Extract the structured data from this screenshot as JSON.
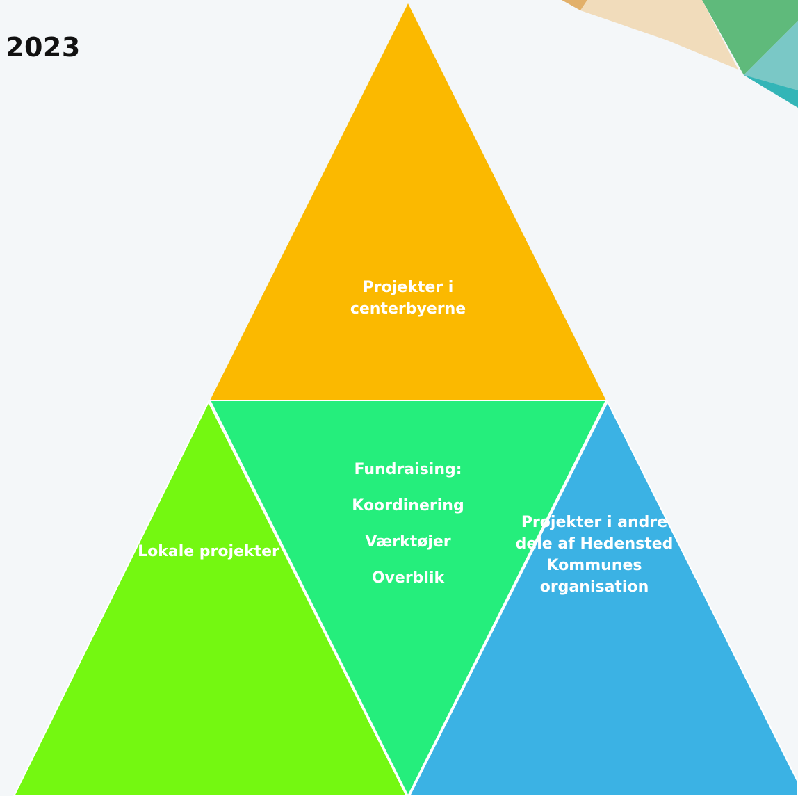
{
  "slide": {
    "year": "2023"
  },
  "triangles": {
    "top": {
      "label": "Projekter i centerbyerne",
      "color": "#fbb900"
    },
    "center": {
      "lines": [
        "Fundraising:",
        "Koordinering",
        "Værktøjer",
        "Overblik"
      ],
      "color": "#25ee7c"
    },
    "left": {
      "label": "Lokale projekter",
      "color": "#74f811"
    },
    "right": {
      "lines": [
        "Projekter i andre",
        "dele af Hedensted",
        "Kommunes",
        "organisation"
      ],
      "color": "#3bb2e4"
    }
  },
  "decoration": {
    "colors": [
      "#e2b06a",
      "#f1dcbb",
      "#5fba7b",
      "#7ac8c6",
      "#33b5b7"
    ]
  }
}
